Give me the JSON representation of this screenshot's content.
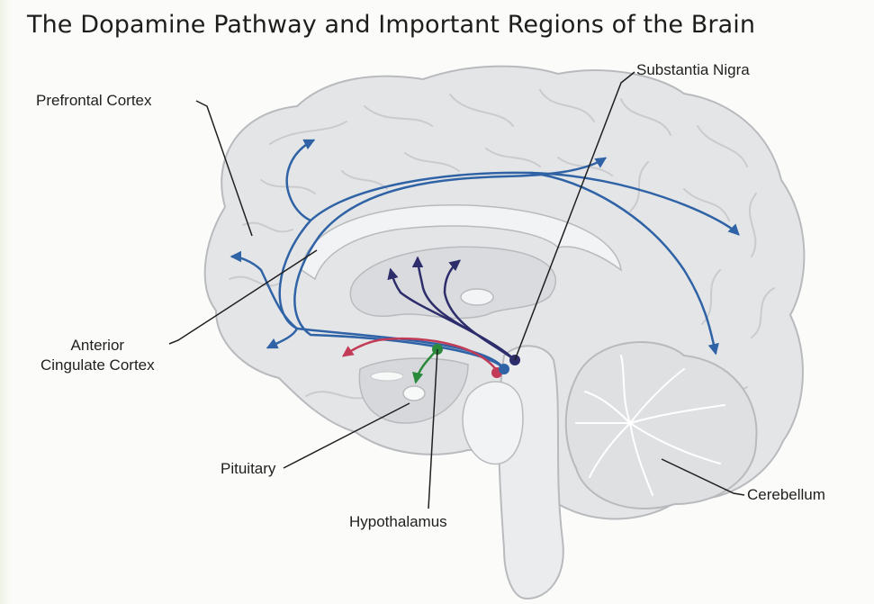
{
  "diagram": {
    "title": "The Dopamine Pathway and Important Regions of the Brain",
    "labels": {
      "prefrontal_cortex": "Prefrontal Cortex",
      "substantia_nigra": "Substantia Nigra",
      "anterior_cingulate_cortex_line1": "Anterior",
      "anterior_cingulate_cortex_line2": "Cingulate Cortex",
      "pituitary": "Pituitary",
      "hypothalamus": "Hypothalamus",
      "cerebellum": "Cerebellum"
    },
    "colors": {
      "brain_fill": "#e4e5e7",
      "brain_outline": "#b8babd",
      "mesocortical_pathway": "#2f63a6",
      "mesolimbic_pathway": "#c23b57",
      "nigrostriatal_pathway": "#2d2d6b",
      "tuberoinfundibular_pathway": "#2a8a3c",
      "leader_line": "#1f1f1f"
    }
  }
}
